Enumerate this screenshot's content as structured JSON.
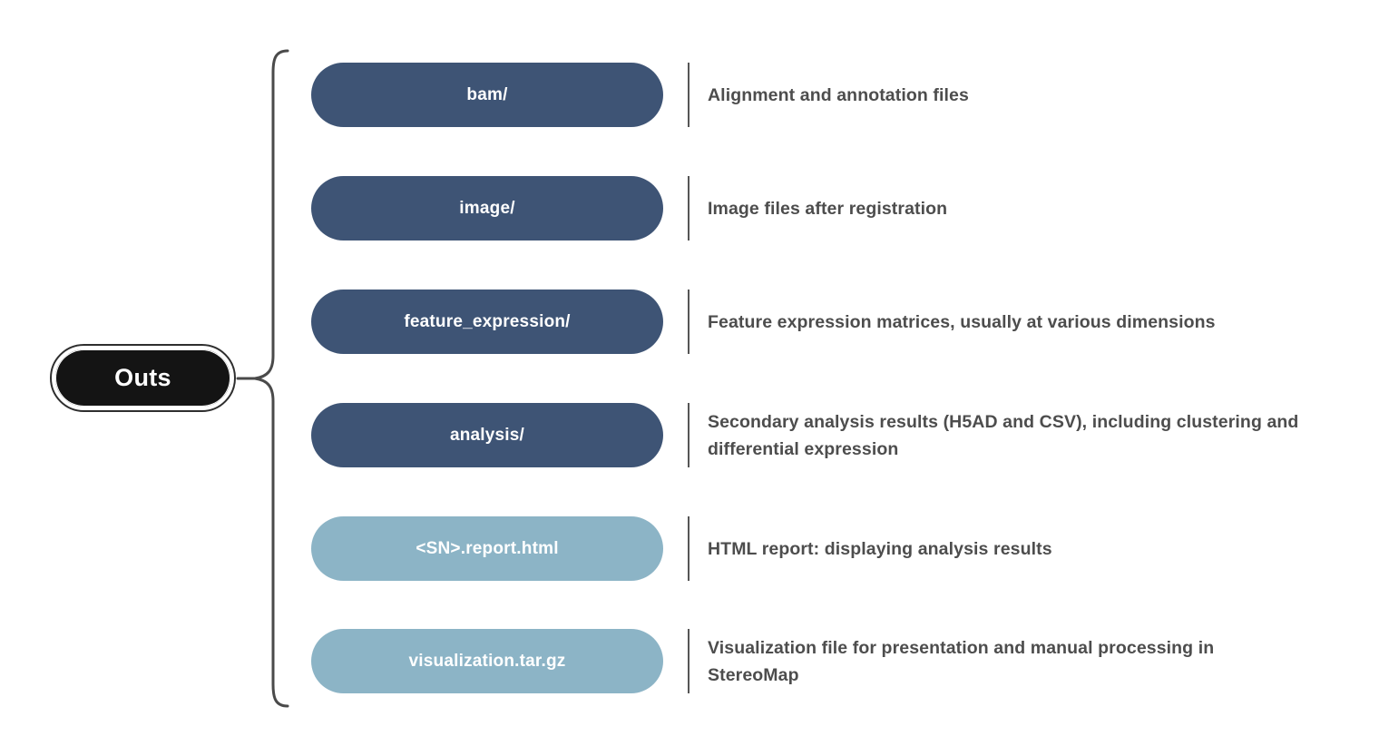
{
  "root": {
    "label": "Outs"
  },
  "connector": {
    "type": "curly-brace",
    "orientation": "left-pointing"
  },
  "colors": {
    "root_fill": "#141414",
    "root_border": "#ffffff",
    "pill_dark": "#3e5475",
    "pill_light": "#8cb4c6",
    "pill_text": "#ffffff",
    "description_text": "#4d4d4d",
    "divider": "#555555",
    "brace": "#4a4a4a",
    "background": "#ffffff"
  },
  "rows": [
    {
      "name": "bam/",
      "style": "dark",
      "description": "Alignment and annotation files"
    },
    {
      "name": "image/",
      "style": "dark",
      "description": "Image files after registration"
    },
    {
      "name": "feature_expression/",
      "style": "dark",
      "description": "Feature expression matrices, usually at various dimensions"
    },
    {
      "name": "analysis/",
      "style": "dark",
      "description": "Secondary analysis results (H5AD and CSV), including clustering and differential expression"
    },
    {
      "name": "<SN>.report.html",
      "style": "light",
      "description": "HTML report: displaying analysis results"
    },
    {
      "name": "visualization.tar.gz",
      "style": "light",
      "description": "Visualization file for presentation and manual processing in StereoMap"
    }
  ]
}
